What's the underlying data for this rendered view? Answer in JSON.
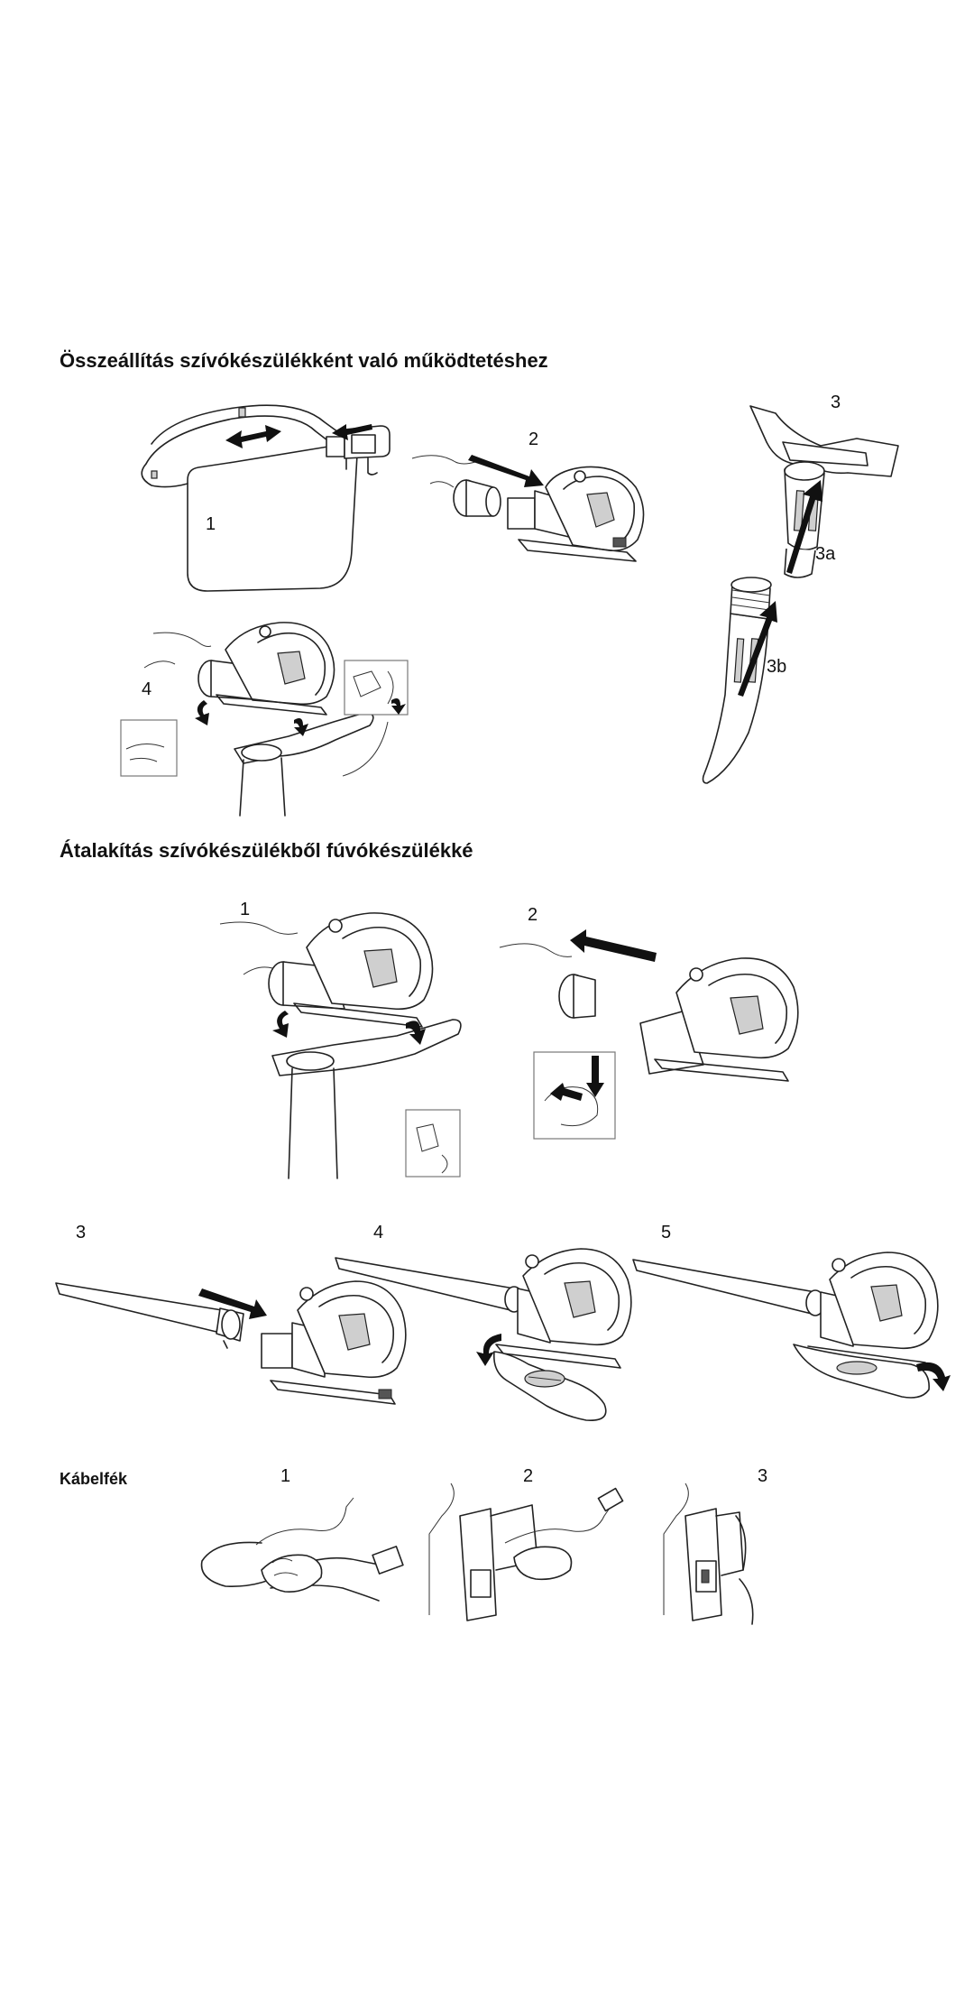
{
  "sections": {
    "assembly": {
      "title": "Összeállítás szívókészülékként való működtetéshez",
      "steps": [
        "1",
        "2",
        "3",
        "3a",
        "3b",
        "4"
      ]
    },
    "conversion": {
      "title": "Átalakítás szívókészülékből fúvókészülékké",
      "steps": [
        "1",
        "2",
        "3",
        "4",
        "5"
      ]
    },
    "cable": {
      "title": "Kábelfék",
      "steps": [
        "1",
        "2",
        "3"
      ]
    }
  }
}
